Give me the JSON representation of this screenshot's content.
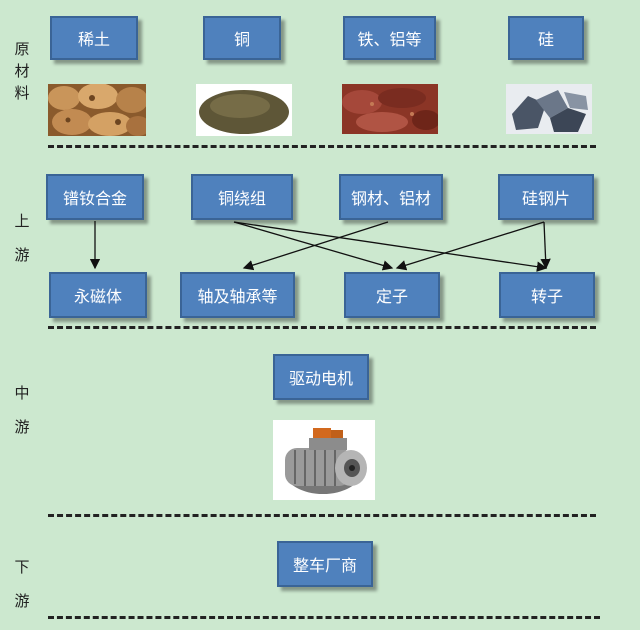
{
  "stages": {
    "raw": [
      "原",
      "材",
      "料"
    ],
    "upstream": [
      "上",
      "游"
    ],
    "midstream": [
      "中",
      "游"
    ],
    "downstream": [
      "下",
      "游"
    ]
  },
  "raw_materials": [
    "稀土",
    "铜",
    "铁、铝等",
    "硅"
  ],
  "upstream_materials": [
    "镨钕合金",
    "铜绕组",
    "钢材、铝材",
    "硅钢片"
  ],
  "components": [
    "永磁体",
    "轴及轴承等",
    "定子",
    "转子"
  ],
  "midstream": {
    "product": "驱动电机"
  },
  "downstream": {
    "customer": "整车厂商"
  },
  "images": [
    "rare-earth-ore",
    "copper-powder",
    "iron-ore",
    "silicon",
    "drive-motor"
  ],
  "colors": {
    "box": "#4f81bd",
    "background": "#cce8cf"
  }
}
